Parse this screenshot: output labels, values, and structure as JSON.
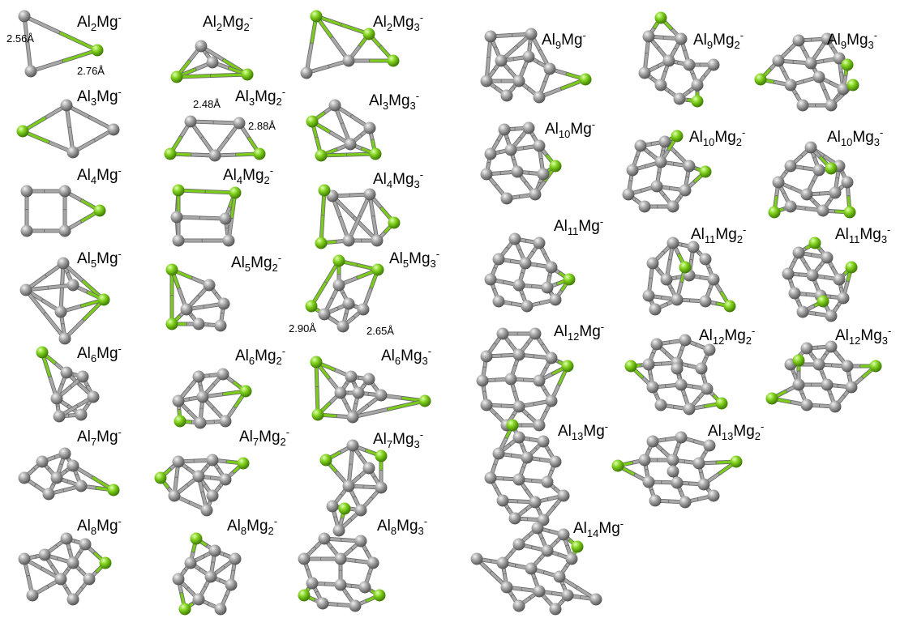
{
  "colors": {
    "al_atom": "#9a9a9a",
    "al_highlight": "#e8e8e8",
    "al_dark": "#5a5a5a",
    "mg_atom": "#7ccc1c",
    "mg_highlight": "#d4f5a0",
    "mg_dark": "#4a8a08",
    "bond_al": "#a8a8a8",
    "bond_mg": "#7ccc1c",
    "background": "#ffffff"
  },
  "clusters": [
    {
      "id": "al2mg1",
      "al": "2",
      "mg": "",
      "charge": "-",
      "bond_labels": [
        "2.56Å",
        "2.76Å"
      ]
    },
    {
      "id": "al2mg2",
      "al": "2",
      "mg": "2",
      "charge": "-",
      "bond_labels": []
    },
    {
      "id": "al2mg3",
      "al": "2",
      "mg": "3",
      "charge": "-",
      "bond_labels": []
    },
    {
      "id": "al3mg1",
      "al": "3",
      "mg": "",
      "charge": "-",
      "bond_labels": []
    },
    {
      "id": "al3mg2",
      "al": "3",
      "mg": "2",
      "charge": "-",
      "bond_labels": [
        "2.48Å",
        "2.88Å"
      ]
    },
    {
      "id": "al3mg3",
      "al": "3",
      "mg": "3",
      "charge": "-",
      "bond_labels": []
    },
    {
      "id": "al4mg1",
      "al": "4",
      "mg": "",
      "charge": "-",
      "bond_labels": []
    },
    {
      "id": "al4mg2",
      "al": "4",
      "mg": "2",
      "charge": "-",
      "bond_labels": []
    },
    {
      "id": "al4mg3",
      "al": "4",
      "mg": "3",
      "charge": "-",
      "bond_labels": []
    },
    {
      "id": "al5mg1",
      "al": "5",
      "mg": "",
      "charge": "-",
      "bond_labels": []
    },
    {
      "id": "al5mg2",
      "al": "5",
      "mg": "2",
      "charge": "-",
      "bond_labels": []
    },
    {
      "id": "al5mg3",
      "al": "5",
      "mg": "3",
      "charge": "-",
      "bond_labels": [
        "2.90Å",
        "2.65Å"
      ]
    },
    {
      "id": "al6mg1",
      "al": "6",
      "mg": "",
      "charge": "-",
      "bond_labels": []
    },
    {
      "id": "al6mg2",
      "al": "6",
      "mg": "2",
      "charge": "-",
      "bond_labels": []
    },
    {
      "id": "al6mg3",
      "al": "6",
      "mg": "3",
      "charge": "-",
      "bond_labels": []
    },
    {
      "id": "al7mg1",
      "al": "7",
      "mg": "",
      "charge": "-",
      "bond_labels": []
    },
    {
      "id": "al7mg2",
      "al": "7",
      "mg": "2",
      "charge": "-",
      "bond_labels": []
    },
    {
      "id": "al7mg3",
      "al": "7",
      "mg": "3",
      "charge": "-",
      "bond_labels": []
    },
    {
      "id": "al8mg1",
      "al": "8",
      "mg": "",
      "charge": "-",
      "bond_labels": []
    },
    {
      "id": "al8mg2",
      "al": "8",
      "mg": "2",
      "charge": "-",
      "bond_labels": []
    },
    {
      "id": "al8mg3",
      "al": "8",
      "mg": "3",
      "charge": "-",
      "bond_labels": []
    },
    {
      "id": "al9mg1",
      "al": "9",
      "mg": "",
      "charge": "-",
      "bond_labels": []
    },
    {
      "id": "al9mg2",
      "al": "9",
      "mg": "2",
      "charge": "-",
      "bond_labels": []
    },
    {
      "id": "al9mg3",
      "al": "9",
      "mg": "3",
      "charge": "-",
      "bond_labels": []
    },
    {
      "id": "al10mg1",
      "al": "10",
      "mg": "",
      "charge": "-",
      "bond_labels": []
    },
    {
      "id": "al10mg2",
      "al": "10",
      "mg": "2",
      "charge": "-",
      "bond_labels": []
    },
    {
      "id": "al10mg3",
      "al": "10",
      "mg": "3",
      "charge": "-",
      "bond_labels": []
    },
    {
      "id": "al11mg1",
      "al": "11",
      "mg": "",
      "charge": "-",
      "bond_labels": []
    },
    {
      "id": "al11mg2",
      "al": "11",
      "mg": "2",
      "charge": "-",
      "bond_labels": []
    },
    {
      "id": "al11mg3",
      "al": "11",
      "mg": "3",
      "charge": "-",
      "bond_labels": []
    },
    {
      "id": "al12mg1",
      "al": "12",
      "mg": "",
      "charge": "-",
      "bond_labels": []
    },
    {
      "id": "al12mg2",
      "al": "12",
      "mg": "2",
      "charge": "-",
      "bond_labels": []
    },
    {
      "id": "al12mg3",
      "al": "12",
      "mg": "3",
      "charge": "-",
      "bond_labels": []
    },
    {
      "id": "al13mg1",
      "al": "13",
      "mg": "",
      "charge": "-",
      "bond_labels": []
    },
    {
      "id": "al13mg2",
      "al": "13",
      "mg": "2",
      "charge": "-",
      "bond_labels": []
    },
    {
      "id": "al14mg1",
      "al": "14",
      "mg": "",
      "charge": "-",
      "bond_labels": []
    }
  ]
}
